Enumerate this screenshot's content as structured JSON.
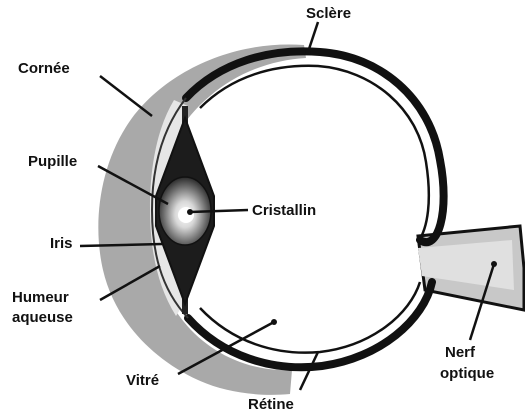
{
  "labels": {
    "sclere": "Sclère",
    "cornee": "Cornée",
    "pupille": "Pupille",
    "cristallin": "Cristallin",
    "iris": "Iris",
    "humeur_line1": "Humeur",
    "humeur_line2": "aqueuse",
    "nerf_line1": "Nerf",
    "nerf_line2": "optique",
    "vitre": "Vitré",
    "retine": "Rétine"
  },
  "colors": {
    "outline": "#111111",
    "sclera_band": "#a9a9a9",
    "nerve_fill": "#c8c8c8",
    "humor_fill": "#e2e2e2"
  }
}
